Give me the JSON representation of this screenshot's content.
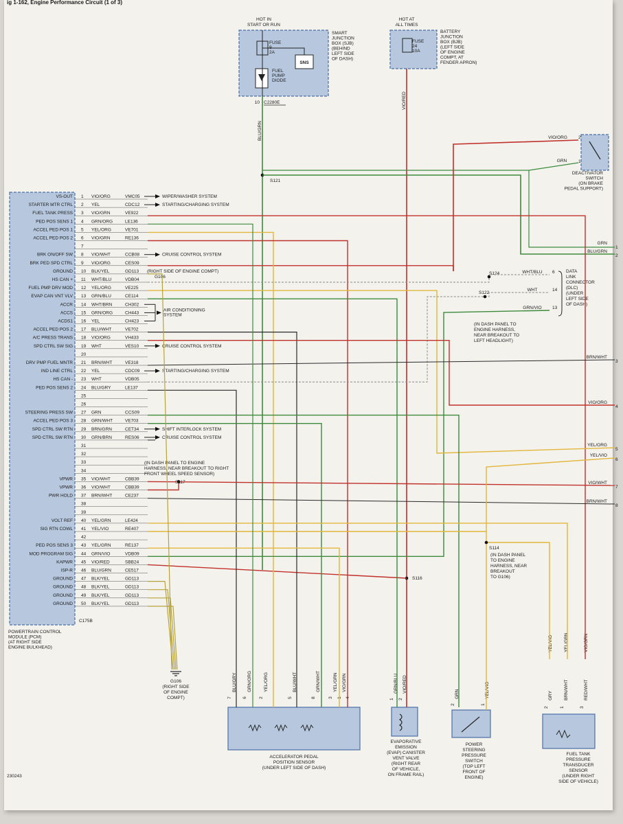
{
  "header": {
    "title": "ig 1-162, Engine Performance Circuit (1 of 3)"
  },
  "figure_id": "230243",
  "colors": {
    "module_fill": "#b7c8de",
    "module_border": "#4a6fa5",
    "wire_red": "#c0302a",
    "wire_green": "#3c8a3c",
    "wire_yellow": "#e2b63a",
    "wire_violet": "#8a5aa0",
    "wire_black": "#2a2a2a"
  },
  "sjb": {
    "hot_label": "HOT IN\nSTART OR RUN",
    "fuse_label": "FUSE\n9\n2A",
    "sns_label": "SNS",
    "diode_label": "FUEL\nPUMP\nDIODE",
    "name": "SMART\nJUNCTION\nBOX (SJB)\n(BEHIND\nLEFT SIDE\nOF DASH)",
    "pin": "10",
    "connector": "C2280E",
    "wire": "BLU/GRN"
  },
  "bjb": {
    "hot_label": "HOT AT\nALL TIMES",
    "fuse_label": "FUSE\n24\n10A",
    "name": "BATTERY\nJUNCTION\nBOX (BJB)\n(LEFT SIDE\nOF ENGINE\nCOMPT, AT\nFENDER APRON)",
    "wire": "VIO/RED"
  },
  "splices": {
    "s121": "S121",
    "s124": "S124",
    "s122": "S122",
    "s122_note": "(IN DASH PANEL TO\nENGINE HARNESS,\nNEAR BREAKOUT TO\nLEFT HEADLIGHT)",
    "s117": "S117",
    "s117_note": "(IN DASH PANEL TO ENGINE\nHARNESS, NEAR BREAKOUT TO RIGHT\nFRONT WHEEL SPEED SENSOR)",
    "s114": "S114",
    "s114_note": "(IN DASH PANEL\nTO ENGINE\nHARNESS, NEAR\nBREAKOUT\nTO G106)",
    "s116": "S116",
    "g106_inline": "G106"
  },
  "deactivator": {
    "name": "DEACTIVATOR\nSWITCH\n(ON BRAKE\nPEDAL SUPPORT)",
    "pin1_wire": "GRN",
    "pin1": "1",
    "pin2_wire": "VIO/ORG",
    "pin2": "2"
  },
  "dlc": {
    "name": "DATA\nLINK\nCONNECTOR\n(DLC)\n(UNDER\nLEFT SIDE\nOF DASH)",
    "pins": [
      {
        "wire": "WHT/BLU",
        "pin": "6"
      },
      {
        "wire": "WHT",
        "pin": "14"
      },
      {
        "wire": "GRN/VIO",
        "pin": "13"
      }
    ]
  },
  "right_edge": [
    {
      "wire": "GRN",
      "num": "1"
    },
    {
      "wire": "BLU/GRN",
      "num": "2"
    },
    {
      "wire": "BRN/WHT",
      "num": "3"
    },
    {
      "wire": "VIO/ORG",
      "num": "4"
    },
    {
      "wire": "YEL/ORG",
      "num": "5"
    },
    {
      "wire": "YEL/VIO",
      "num": "6"
    },
    {
      "wire": "VIO/WHT",
      "num": "7"
    },
    {
      "wire": "BRN/WHT",
      "num": "8"
    }
  ],
  "pcm": {
    "name": "POWERTRAIN CONTROL\nMODULE (PCM)\n(AT RIGHT SIDE\nENGINE BULKHEAD)",
    "connector": "C175B",
    "pins": [
      {
        "pin": "1",
        "label": "VS-OUT",
        "wire": "VIO/ORG",
        "circuit": "VMC05",
        "dest": "WIPER/WASHER SYSTEM"
      },
      {
        "pin": "2",
        "label": "STARTER MTR CTRL",
        "wire": "YEL",
        "circuit": "CDC12",
        "dest": "STARTING/CHARGING SYSTEM"
      },
      {
        "pin": "3",
        "label": "FUEL TANK PRESS",
        "wire": "VIO/GRN",
        "circuit": "VE922",
        "dest": ""
      },
      {
        "pin": "4",
        "label": "PED POS SENS 1",
        "wire": "GRN/ORG",
        "circuit": "LE136",
        "dest": ""
      },
      {
        "pin": "5",
        "label": "ACCEL PED POS 1",
        "wire": "YEL/ORG",
        "circuit": "VE701",
        "dest": ""
      },
      {
        "pin": "6",
        "label": "ACCEL PED POS 2",
        "wire": "VIO/GRN",
        "circuit": "RE136",
        "dest": ""
      },
      {
        "pin": "7",
        "label": "",
        "wire": "",
        "circuit": "",
        "dest": ""
      },
      {
        "pin": "8",
        "label": "BRK ON/OFF SW",
        "wire": "VIO/WHT",
        "circuit": "CCB08",
        "dest": "CRUISE CONTROL SYSTEM"
      },
      {
        "pin": "9",
        "label": "BRK PED SPD CTRL",
        "wire": "VIO/ORG",
        "circuit": "CES09",
        "dest": ""
      },
      {
        "pin": "10",
        "label": "GROUND",
        "wire": "BLK/YEL",
        "circuit": "GD113",
        "dest": "(RIGHT SIDE OF ENGINE COMPT)"
      },
      {
        "pin": "11",
        "label": "HS CAN +",
        "wire": "WHT/BLU",
        "circuit": "VDB04",
        "dest": ""
      },
      {
        "pin": "12",
        "label": "FUEL PMP DRV MOD",
        "wire": "YEL/ORG",
        "circuit": "VE225",
        "dest": ""
      },
      {
        "pin": "13",
        "label": "EVAP CAN VNT VLV",
        "wire": "GRN/BLU",
        "circuit": "CE114",
        "dest": ""
      },
      {
        "pin": "14",
        "label": "ACCR",
        "wire": "WHT/BRN",
        "circuit": "CH302",
        "dest": ""
      },
      {
        "pin": "15",
        "label": "ACCS",
        "wire": "GRN/ORG",
        "circuit": "CH443",
        "dest": "AIR CONDITIONING\nSYSTEM"
      },
      {
        "pin": "16",
        "label": "ACDS1",
        "wire": "YEL",
        "circuit": "CH423",
        "dest": ""
      },
      {
        "pin": "17",
        "label": "ACCEL PED POS 2",
        "wire": "BLU/WHT",
        "circuit": "VE702",
        "dest": ""
      },
      {
        "pin": "18",
        "label": "A/C PRESS TRANS",
        "wire": "VIO/ORG",
        "circuit": "VH433",
        "dest": ""
      },
      {
        "pin": "19",
        "label": "SPD CTRL SW SIG",
        "wire": "WHT",
        "circuit": "VES10",
        "dest": "CRUISE CONTROL SYSTEM"
      },
      {
        "pin": "20",
        "label": "",
        "wire": "",
        "circuit": "",
        "dest": ""
      },
      {
        "pin": "21",
        "label": "DRV PMP FUEL MNTR",
        "wire": "BRN/WHT",
        "circuit": "VE318",
        "dest": ""
      },
      {
        "pin": "22",
        "label": "IND LINE CTRL",
        "wire": "YEL",
        "circuit": "CDC09",
        "dest": "STARTING/CHARGING SYSTEM"
      },
      {
        "pin": "23",
        "label": "HS CAN -",
        "wire": "WHT",
        "circuit": "VDB05",
        "dest": ""
      },
      {
        "pin": "24",
        "label": "PED POS SENS 2",
        "wire": "BLU/GRY",
        "circuit": "LE137",
        "dest": ""
      },
      {
        "pin": "25",
        "label": "",
        "wire": "",
        "circuit": "",
        "dest": ""
      },
      {
        "pin": "26",
        "label": "",
        "wire": "",
        "circuit": "",
        "dest": ""
      },
      {
        "pin": "27",
        "label": "STEERING PRESS SW",
        "wire": "GRN",
        "circuit": "CCS09",
        "dest": ""
      },
      {
        "pin": "28",
        "label": "ACCEL PED POS 3",
        "wire": "GRN/WHT",
        "circuit": "VE703",
        "dest": ""
      },
      {
        "pin": "29",
        "label": "SPD CTRL SW RTN",
        "wire": "BRN/GRN",
        "circuit": "CET34",
        "dest": "SHIFT INTERLOCK SYSTEM"
      },
      {
        "pin": "30",
        "label": "SPD CTRL SW RTN",
        "wire": "GRN/BRN",
        "circuit": "RES06",
        "dest": "CRUISE CONTROL SYSTEM"
      },
      {
        "pin": "31",
        "label": "",
        "wire": "",
        "circuit": "",
        "dest": ""
      },
      {
        "pin": "32",
        "label": "",
        "wire": "",
        "circuit": "",
        "dest": ""
      },
      {
        "pin": "33",
        "label": "",
        "wire": "",
        "circuit": "",
        "dest": ""
      },
      {
        "pin": "34",
        "label": "",
        "wire": "",
        "circuit": "",
        "dest": ""
      },
      {
        "pin": "35",
        "label": "VPWR",
        "wire": "VIO/WHT",
        "circuit": "CBB39",
        "dest": ""
      },
      {
        "pin": "36",
        "label": "VPWR",
        "wire": "VIO/WHT",
        "circuit": "CBB39",
        "dest": ""
      },
      {
        "pin": "37",
        "label": "PWR HOLD",
        "wire": "BRN/WHT",
        "circuit": "CE237",
        "dest": ""
      },
      {
        "pin": "38",
        "label": "",
        "wire": "",
        "circuit": "",
        "dest": ""
      },
      {
        "pin": "39",
        "label": "",
        "wire": "",
        "circuit": "",
        "dest": ""
      },
      {
        "pin": "40",
        "label": "VOLT REF",
        "wire": "YEL/GRN",
        "circuit": "LE424",
        "dest": ""
      },
      {
        "pin": "41",
        "label": "SIG RTN COWL",
        "wire": "YEL/VIO",
        "circuit": "RE407",
        "dest": ""
      },
      {
        "pin": "42",
        "label": "",
        "wire": "",
        "circuit": "",
        "dest": ""
      },
      {
        "pin": "43",
        "label": "PED POS SENS 3",
        "wire": "YEL/GRN",
        "circuit": "RE137",
        "dest": ""
      },
      {
        "pin": "44",
        "label": "MOD PROGRAM SIG",
        "wire": "GRN/VIO",
        "circuit": "VDB09",
        "dest": ""
      },
      {
        "pin": "45",
        "label": "KAPWR",
        "wire": "VIO/RED",
        "circuit": "SBB24",
        "dest": ""
      },
      {
        "pin": "46",
        "label": "ISP-R",
        "wire": "BLU/GRN",
        "circuit": "CE517",
        "dest": ""
      },
      {
        "pin": "47",
        "label": "GROUND",
        "wire": "BLK/YEL",
        "circuit": "GD113",
        "dest": ""
      },
      {
        "pin": "48",
        "label": "GROUND",
        "wire": "BLK/YEL",
        "circuit": "GD113",
        "dest": ""
      },
      {
        "pin": "49",
        "label": "GROUND",
        "wire": "BLK/YEL",
        "circuit": "GD113",
        "dest": ""
      },
      {
        "pin": "50",
        "label": "GROUND",
        "wire": "BLK/YEL",
        "circuit": "GD113",
        "dest": ""
      }
    ]
  },
  "ground": {
    "name": "G106\n(RIGHT SIDE\nOF ENGINE\nCOMPT)"
  },
  "components": {
    "app": {
      "name": "ACCELERATOR PEDAL\nPOSITION SENSOR\n(UNDER LEFT SIDE OF DASH)",
      "pins": [
        {
          "pin": "7",
          "wire": "BLU/GRY"
        },
        {
          "pin": "6",
          "wire": "GRN/ORG"
        },
        {
          "pin": "2",
          "wire": "YEL/ORG"
        },
        {
          "pin": "5",
          "wire": "BLU/WHT"
        },
        {
          "pin": "8",
          "wire": "GRN/WHT"
        },
        {
          "pin": "3",
          "wire": "YEL/GRN"
        },
        {
          "pin": "1",
          "wire": "VIO/GRN"
        },
        {
          "pin": "4",
          "wire": ""
        }
      ]
    },
    "evap": {
      "name": "EVAPORATIVE\nEMISSION\n(EVAP) CANISTER\nVENT VALVE\n(RIGHT REAR\nOF VEHICLE,\nON FRAME RAIL)",
      "pins": [
        {
          "pin": "1",
          "wire": "GRN/BLU"
        },
        {
          "pin": "2",
          "wire": "VIO/RED"
        }
      ]
    },
    "psps": {
      "name": "POWER\nSTEERING\nPRESSURE\nSWITCH\n(TOP LEFT\nFRONT OF\nENGINE)",
      "pins": [
        {
          "pin": "2",
          "wire": "GRN"
        },
        {
          "pin": "1",
          "wire": "YEL/VIO"
        }
      ]
    },
    "ftpt": {
      "name": "FUEL TANK\nPRESSURE\nTRANSDUCER\nSENSOR\n(UNDER RIGHT\nSIDE OF VEHICLE)",
      "pins": [
        {
          "pin": "2",
          "wire": "GRY",
          "upper": "YEL/VIO"
        },
        {
          "pin": "1",
          "wire": "BRN/WHT",
          "upper": "YEL/GRN"
        },
        {
          "pin": "3",
          "wire": "RED/WHT",
          "upper": "VIO/GRN"
        }
      ]
    }
  }
}
